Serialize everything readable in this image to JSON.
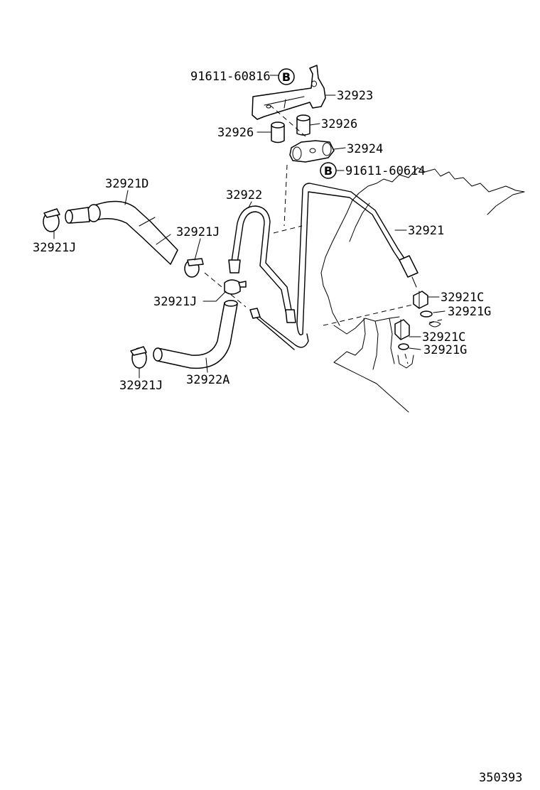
{
  "labels": {
    "bolt_upper": "91611-60816",
    "bolt_lower": "91611-60614",
    "bracket": "32923",
    "collar_left": "32926",
    "collar_right": "32926",
    "clamp_plate": "32924",
    "hose_upper": "32921D",
    "clamp_hose_left": "32921J",
    "clamp_hose_right": "32921J",
    "clamp_middle": "32921J",
    "clamp_bottom": "32921J",
    "hose_lower": "32922A",
    "tube_middle": "32922",
    "tube_right": "32921",
    "union_upper": "32921C",
    "gasket_upper": "32921G",
    "union_lower": "32921C",
    "gasket_lower": "32921G"
  },
  "bolt_marker": "B",
  "diagram_id": "350393"
}
